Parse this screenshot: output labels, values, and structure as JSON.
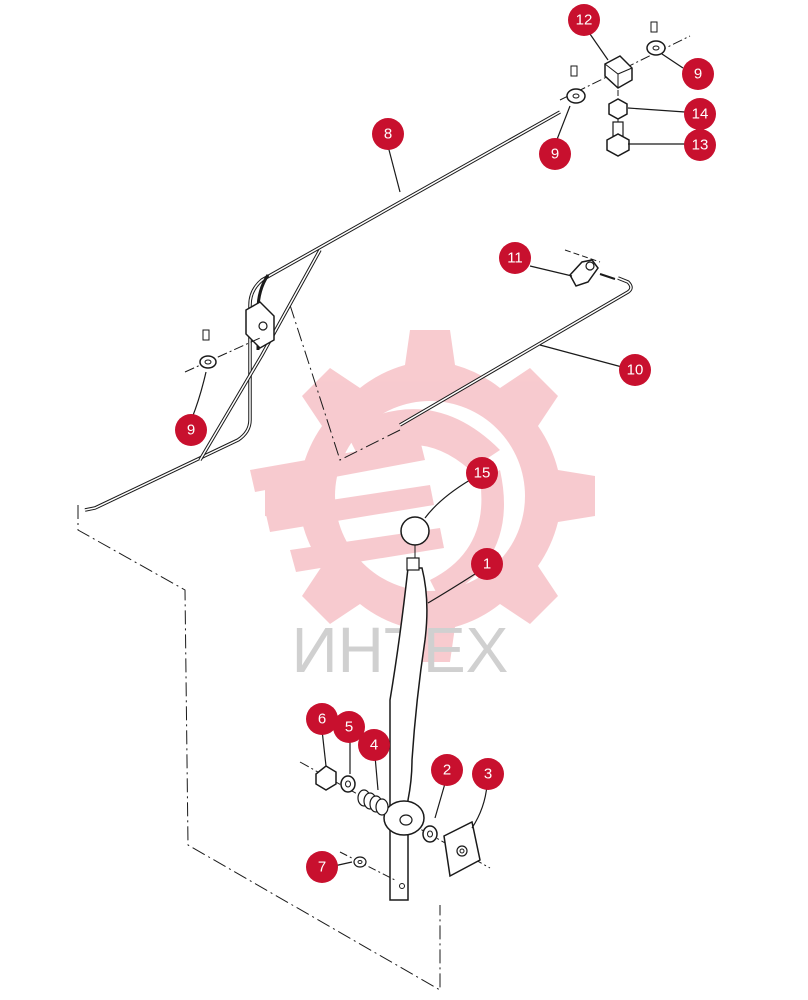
{
  "watermark": {
    "text": "ИНТЕХ",
    "gear_color": "#f2a0a8",
    "text_color": "#d8d8d8"
  },
  "callout_color": "#c8102e",
  "callouts": [
    {
      "label": "1"
    },
    {
      "label": "2"
    },
    {
      "label": "3"
    },
    {
      "label": "4"
    },
    {
      "label": "5"
    },
    {
      "label": "6"
    },
    {
      "label": "7"
    },
    {
      "label": "8"
    },
    {
      "label": "9"
    },
    {
      "label": "9"
    },
    {
      "label": "9"
    },
    {
      "label": "10"
    },
    {
      "label": "11"
    },
    {
      "label": "12"
    },
    {
      "label": "13"
    },
    {
      "label": "14"
    },
    {
      "label": "15"
    }
  ]
}
